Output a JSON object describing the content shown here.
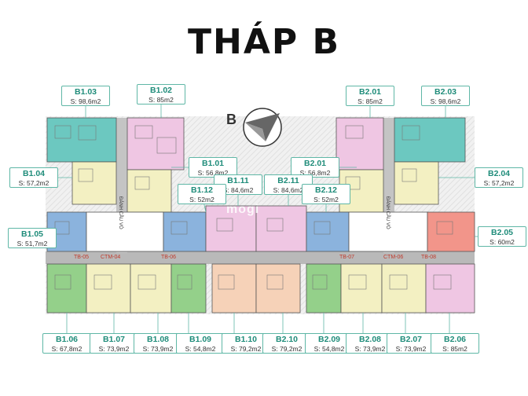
{
  "title": "THÁP B",
  "compass": {
    "letter": "B",
    "icon": "north-arrow-icon"
  },
  "watermark": "mogi",
  "stair_label": "ĐÁNH CẦU VÒ",
  "corridor_labels": [
    "TB-05",
    "CTM-04",
    "TB-06",
    "TB-07",
    "CTM-06",
    "TB-08"
  ],
  "units": [
    {
      "id": "B1.03",
      "area": "S: 98,6m2"
    },
    {
      "id": "B1.02",
      "area": "S: 85m2"
    },
    {
      "id": "B2.01",
      "area": "S: 85m2"
    },
    {
      "id": "B2.03",
      "area": "S: 98,6m2"
    },
    {
      "id": "B1.04",
      "area": "S: 57,2m2"
    },
    {
      "id": "B1.01",
      "area": "S: 56,8m2"
    },
    {
      "id": "B2.01",
      "area": "S: 56,8m2"
    },
    {
      "id": "B2.04",
      "area": "S: 57,2m2"
    },
    {
      "id": "B1.11",
      "area": "S: 84,6m2"
    },
    {
      "id": "B2.11",
      "area": "S: 84,6m2"
    },
    {
      "id": "B1.12",
      "area": "S: 52m2"
    },
    {
      "id": "B2.12",
      "area": "S: 52m2"
    },
    {
      "id": "B1.05",
      "area": "S: 51,7m2"
    },
    {
      "id": "B2.05",
      "area": "S: 60m2"
    },
    {
      "id": "B1.06",
      "area": "S: 67,8m2"
    },
    {
      "id": "B1.07",
      "area": "S: 73,9m2"
    },
    {
      "id": "B1.08",
      "area": "S: 73,9m2"
    },
    {
      "id": "B1.09",
      "area": "S: 54,8m2"
    },
    {
      "id": "B1.10",
      "area": "S: 79,2m2"
    },
    {
      "id": "B2.10",
      "area": "S: 79,2m2"
    },
    {
      "id": "B2.09",
      "area": "S: 54,8m2"
    },
    {
      "id": "B2.08",
      "area": "S: 73,9m2"
    },
    {
      "id": "B2.07",
      "area": "S: 73,9m2"
    },
    {
      "id": "B2.06",
      "area": "S: 85m2"
    }
  ],
  "colors": {
    "teal": "#6cc8c0",
    "pink": "#efc6e3",
    "cream": "#f3f0c2",
    "blue": "#8bb3dd",
    "green": "#94d08a",
    "peach": "#f6d2b8",
    "salmon": "#f2958a",
    "corridor": "#b9b9b9",
    "label_border": "#5fb7a6",
    "label_text": "#1f8c7a"
  }
}
